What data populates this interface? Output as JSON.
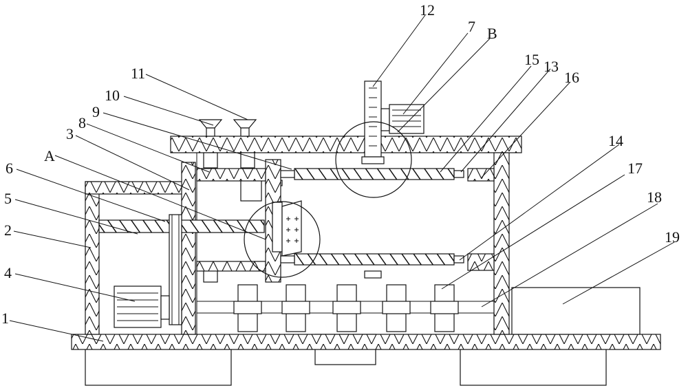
{
  "figure": {
    "labels": [
      {
        "id": "1",
        "text": "1"
      },
      {
        "id": "2",
        "text": "2"
      },
      {
        "id": "3",
        "text": "3"
      },
      {
        "id": "4",
        "text": "4"
      },
      {
        "id": "5",
        "text": "5"
      },
      {
        "id": "6",
        "text": "6"
      },
      {
        "id": "7",
        "text": "7"
      },
      {
        "id": "8",
        "text": "8"
      },
      {
        "id": "9",
        "text": "9"
      },
      {
        "id": "10",
        "text": "10"
      },
      {
        "id": "11",
        "text": "11"
      },
      {
        "id": "12",
        "text": "12"
      },
      {
        "id": "13",
        "text": "13"
      },
      {
        "id": "14",
        "text": "14"
      },
      {
        "id": "15",
        "text": "15"
      },
      {
        "id": "16",
        "text": "16"
      },
      {
        "id": "17",
        "text": "17"
      },
      {
        "id": "18",
        "text": "18"
      },
      {
        "id": "19",
        "text": "19"
      },
      {
        "id": "A",
        "text": "A"
      },
      {
        "id": "B",
        "text": "B"
      }
    ]
  }
}
